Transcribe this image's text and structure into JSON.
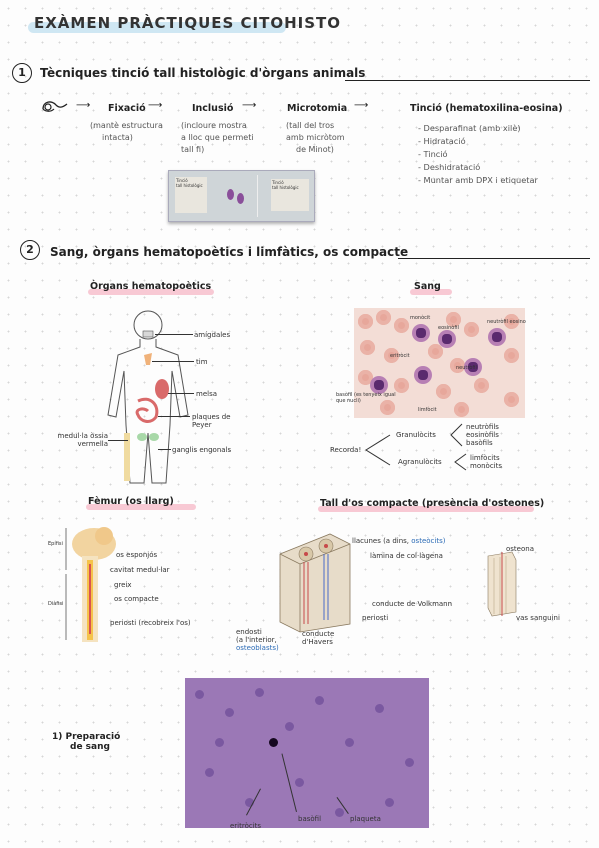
{
  "title": "EXÀMEN PRÀCTIQUES CITOHISTO",
  "section1": {
    "number": "1",
    "title": "Tècniques tinció tall histològic d'òrgans animals",
    "steps": [
      {
        "name": "Fixació",
        "note": [
          "(mantè estructura",
          "intacta)"
        ]
      },
      {
        "name": "Inclusió",
        "note": [
          "(incloure mostra",
          "a lloc que permeti",
          "tall fi)"
        ]
      },
      {
        "name": "Microtomia",
        "note": [
          "(tall del tros",
          "amb micròtom",
          "de Minot)"
        ]
      },
      {
        "name": "Tinció (hematoxilina-eosina)",
        "note": []
      }
    ],
    "tincio_bullets": [
      "- Desparafinat (amb xilè)",
      "- Hidratació",
      "- Tinció",
      "- Deshidratació",
      "- Muntar amb DPX i etiquetar"
    ]
  },
  "section2": {
    "number": "2",
    "title": "Sang, òrgans hematopoètics i limfàtics, os compacte",
    "organs": {
      "title": "Òrgans hematopoètics",
      "labels": [
        "amígdales",
        "tim",
        "melsa",
        "plaques de Peyer",
        "ganglis engonals",
        "medul·la òssia vermella"
      ]
    },
    "sang": {
      "title": "Sang",
      "image_labels": [
        "monòcit",
        "eosinòfil",
        "neutròfil eosino",
        "eritròcit",
        "neutròfil",
        "basòfil (es tenyeix igual que nucli)",
        "limfòcit"
      ],
      "recorda": "Recorda!",
      "granulocits": "Granulòcits",
      "granulocits_items": [
        "neutròfils",
        "eosinòfils",
        "basòfils"
      ],
      "agranulocits": "Agranulòcits",
      "agranulocits_items": [
        "limfòcits",
        "monòcits"
      ]
    },
    "femur": {
      "title": "Fèmur (os llarg)",
      "labels": [
        "os esponjós",
        "cavitat medul·lar",
        "greix",
        "os compacte",
        "periosti (recobreix l'os)"
      ],
      "side_labels": [
        "Epífisi",
        "Diàfisi"
      ]
    },
    "os_compacte": {
      "title": "Tall d'os compacte (presència d'osteones)",
      "labels": [
        "llacunes (a dins,",
        "osteòcits)",
        "làmina de col·làgena",
        "conducte de Volkmann",
        "periosti",
        "endosti",
        "(a l'interior,",
        "osteoblasts)",
        "conducte d'Havers"
      ],
      "osteona_labels": [
        "osteona",
        "vas sanguini"
      ]
    },
    "preparacio": {
      "title_lines": [
        "1) Preparació",
        "de sang"
      ],
      "labels": [
        "eritròcits",
        "basòfil",
        "plaqueta"
      ]
    }
  },
  "slide_labels": {
    "left": [
      "Tinció",
      "tall histològic"
    ],
    "right": [
      "Tinció",
      "tall histològic"
    ]
  }
}
